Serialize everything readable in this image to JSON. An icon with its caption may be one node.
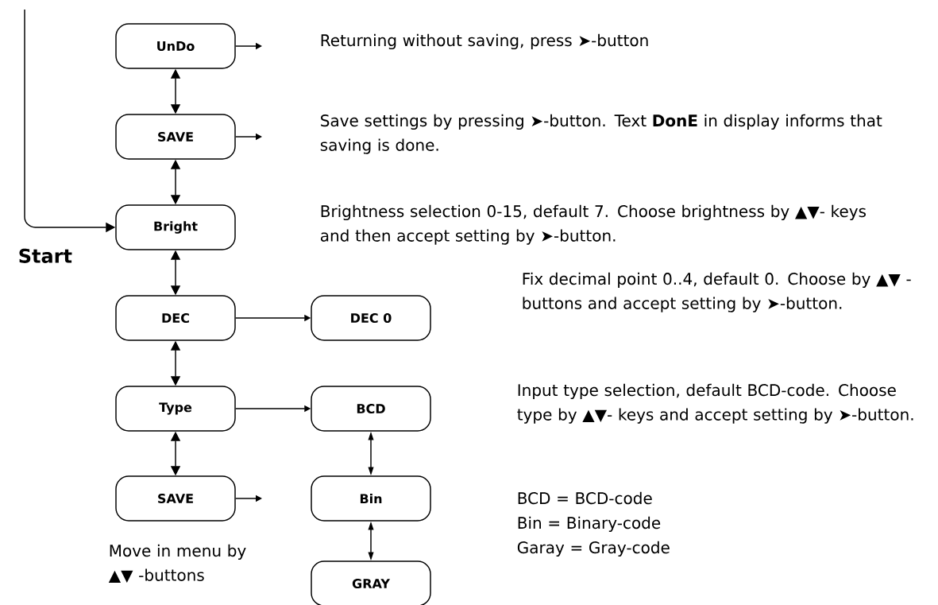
{
  "diagram": {
    "nodes": [
      {
        "text": [
          "UnDo"
        ]
      },
      {
        "text": [
          "SAVE"
        ]
      },
      {
        "text": [
          "Bright"
        ]
      },
      {
        "text": [
          "DEC"
        ]
      },
      {
        "text": [
          "DEC 0"
        ]
      },
      {
        "text": [
          "Type"
        ]
      },
      {
        "text": [
          "BCD"
        ]
      },
      {
        "text": [
          "SAVE"
        ]
      },
      {
        "text": [
          "Bin"
        ]
      },
      {
        "text": [
          "GRAY"
        ]
      }
    ],
    "edges": [
      {
        "from": null,
        "to": 2,
        "arrow": "to"
      },
      {
        "from": 0,
        "to": null,
        "arrow": "to"
      },
      {
        "from": 1,
        "to": null,
        "arrow": "to"
      },
      {
        "from": 0,
        "to": 1,
        "arrow": "both"
      },
      {
        "from": 1,
        "to": 2,
        "arrow": "both"
      },
      {
        "from": 2,
        "to": 3,
        "arrow": "both"
      },
      {
        "from": 3,
        "to": 5,
        "arrow": "both"
      },
      {
        "from": 5,
        "to": 7,
        "arrow": "both"
      },
      {
        "from": 7,
        "to": null,
        "arrow": "to"
      },
      {
        "from": 3,
        "to": 4,
        "arrow": "to"
      },
      {
        "from": 5,
        "to": 6,
        "arrow": "to"
      },
      {
        "from": 6,
        "to": 8,
        "arrow": "both"
      },
      {
        "from": 8,
        "to": 9,
        "arrow": "both"
      }
    ],
    "labels": [
      "Returning without saving, press ➤-button",
      "Save settings by pressing ➤-button. Text **DonE** in display informs that saving is done.",
      "Brightness selection 0-15, default 7. Choose brightness by ▲▼- keys and then accept setting by ➤-button.",
      "Start",
      "Fix decimal point 0..4, default 0. Choose by ▲▼ -buttons and accept setting by ➤-button.",
      "Input type selection, default BCD-code. Choose type by ▲▼- keys and accept setting by ➤-button.",
      "BCD = BCD-code",
      "Bin = Binary-code",
      "Garay = Gray-code",
      "Move in menu by ▲▼ -buttons"
    ]
  }
}
